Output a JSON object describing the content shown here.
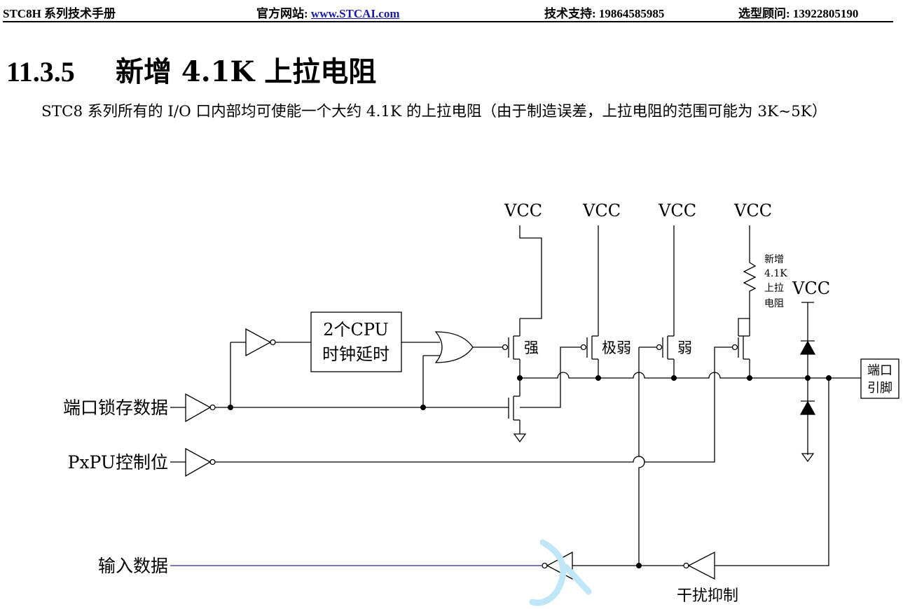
{
  "header": {
    "manual": "STC8H 系列技术手册",
    "website_label": "官方网站: ",
    "website_link": "www.STCAI.com",
    "support": "技术支持: 19864585985",
    "consult": "选型顾问: 13922805190"
  },
  "section": {
    "number": "11.3.5",
    "title": "新增 4.1K 上拉电阻"
  },
  "paragraph": "STC8 系列所有的 I/O 口内部均可使能一个大约 4.1K 的上拉电阻（由于制造误差，上拉电阻的范围可能为 3K~5K）",
  "diagram": {
    "vcc_labels": [
      "VCC",
      "VCC",
      "VCC",
      "VCC",
      "VCC"
    ],
    "delay_box": [
      "2个CPU",
      "时钟延时"
    ],
    "transistor_labels": {
      "strong": "强",
      "very_weak": "极弱",
      "weak": "弱"
    },
    "resistor_label": [
      "新增",
      "4.1K",
      "上拉",
      "电阻"
    ],
    "port_pin": [
      "端口",
      "引脚"
    ],
    "signals": {
      "latch": "端口锁存数据",
      "pxpu": "PxPU控制位",
      "input": "输入数据"
    },
    "interference": "干扰抑制"
  }
}
